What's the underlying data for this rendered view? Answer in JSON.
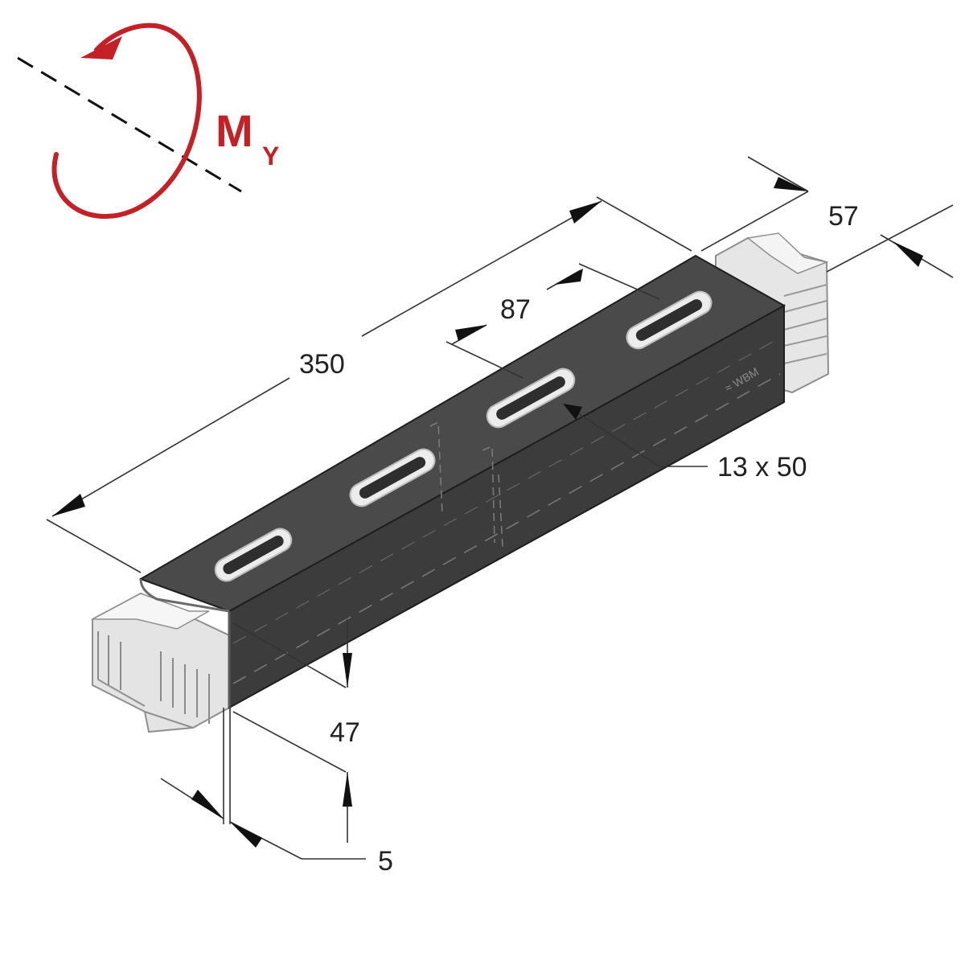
{
  "diagram": {
    "moment": {
      "symbol": "M",
      "subscript": "Y",
      "color": "#c42127"
    },
    "dimensions": {
      "length": "350",
      "slot_pitch": "87",
      "width": "57",
      "slot_size": "13 x 50",
      "height": "47",
      "thickness": "5"
    },
    "colors": {
      "connector_body": "#3c3c3c",
      "connector_side": "#2a2a2a",
      "connector_top": "#4a4a4a",
      "channel": "#e4e4e4",
      "channel_edge": "#8f8f8f"
    }
  }
}
